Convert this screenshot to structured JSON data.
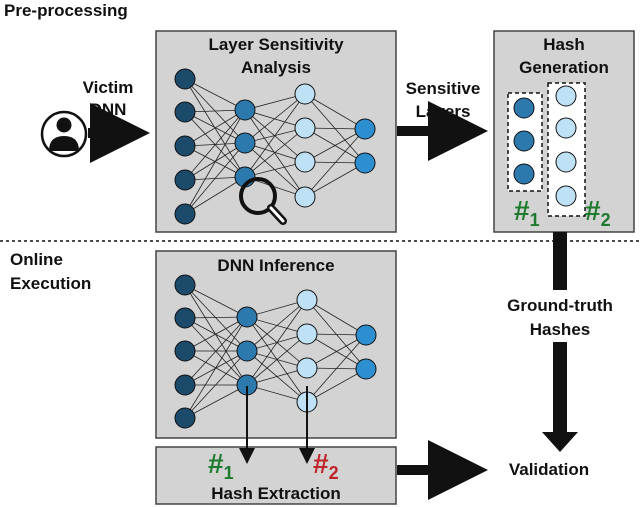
{
  "sections": {
    "preprocessing": "Pre-processing",
    "online_line1": "Online",
    "online_line2": "Execution"
  },
  "inputs": {
    "victim_line1": "Victim",
    "victim_line2": "DNN",
    "user_icon": "user-silhouette-icon"
  },
  "boxes": {
    "sensitivity_line1": "Layer Sensitivity",
    "sensitivity_line2": "Analysis",
    "hash_gen_line1": "Hash",
    "hash_gen_line2": "Generation",
    "inference": "DNN Inference",
    "extraction": "Hash Extraction"
  },
  "arrows": {
    "sensitive_line1": "Sensitive",
    "sensitive_line2": "Layers",
    "ground_line1": "Ground-truth",
    "ground_line2": "Hashes",
    "validation": "Validation"
  },
  "hash_labels": {
    "symbol": "#",
    "one": "1",
    "two": "2"
  },
  "icons": {
    "magnifier": "magnifier-icon"
  },
  "colors": {
    "box_fill": "#d3d3d3",
    "layer1": "#1b4a6b",
    "layer2": "#2b79ad",
    "layer3": "#bfe1f5",
    "layer4": "#2e8fd0",
    "green": "#1e7a2e",
    "red": "#c0242b",
    "dark": "#111111"
  }
}
